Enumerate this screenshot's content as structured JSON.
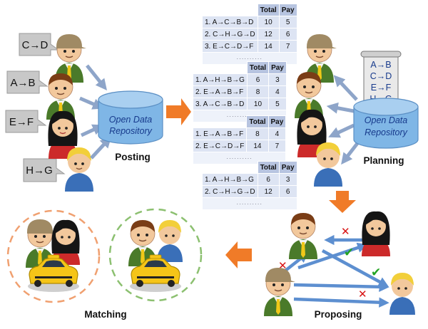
{
  "stages": {
    "posting": "Posting",
    "planning": "Planning",
    "proposing": "Proposing",
    "matching": "Matching"
  },
  "repository": {
    "line1": "Open Data",
    "line2": "Repository"
  },
  "requests": [
    "C→D",
    "A→B",
    "E→F",
    "H→G"
  ],
  "scroll_items": [
    "A→B",
    "C→D",
    "E→F",
    "H→G"
  ],
  "table_headers": {
    "total": "Total",
    "pay": "Pay"
  },
  "tables": [
    {
      "rows": [
        {
          "route": "1. A→C→B→D",
          "total": "10",
          "pay": "5"
        },
        {
          "route": "2. C→H→G→D",
          "total": "12",
          "pay": "6"
        },
        {
          "route": "3. E→C→D→F",
          "total": "14",
          "pay": "7"
        }
      ]
    },
    {
      "rows": [
        {
          "route": "1. A→H→B→G",
          "total": "6",
          "pay": "3"
        },
        {
          "route": "2. E→A→B→F",
          "total": "8",
          "pay": "4"
        },
        {
          "route": "3. A→C→B→D",
          "total": "10",
          "pay": "5"
        }
      ]
    },
    {
      "rows": [
        {
          "route": "1. E→A→B→F",
          "total": "8",
          "pay": "4"
        },
        {
          "route": "2. E→C→D→F",
          "total": "14",
          "pay": "7"
        }
      ]
    },
    {
      "rows": [
        {
          "route": "1. A→H→B→G",
          "total": "6",
          "pay": "3"
        },
        {
          "route": "2. C→H→G→D",
          "total": "12",
          "pay": "6"
        }
      ]
    }
  ],
  "colors": {
    "stage_arrow": "#f07b28",
    "flow_arrow": "#8ea5c9",
    "cylinder": "#7fb6e6",
    "proposal_arrow": "#5d8fd0",
    "reject_mark": "#d81414",
    "accept_mark": "#22a422",
    "circle_left": "#f0a070",
    "circle_right": "#8cc070",
    "taxi": "#f5c518"
  }
}
